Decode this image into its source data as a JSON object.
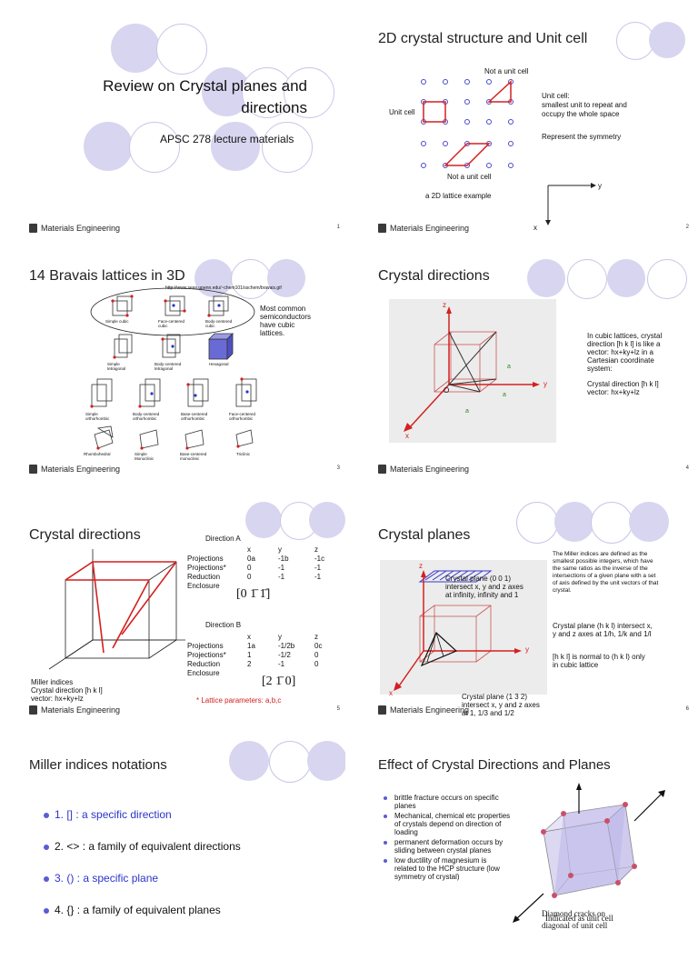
{
  "footer_label": "Materials Engineering",
  "slides": {
    "s1": {
      "title": "Review on Crystal planes and directions",
      "title_line1": "Review on Crystal planes and",
      "title_line2": "directions",
      "subtitle": "APSC 278 lecture materials",
      "page": "1"
    },
    "s2": {
      "title": "2D crystal structure and Unit cell",
      "not_unit_top": "Not a unit cell",
      "unit_cell": "Unit cell",
      "not_unit_bottom": "Not a unit cell",
      "caption": "a 2D lattice example",
      "desc1": "Unit cell:",
      "desc2": "smallest unit to repeat and",
      "desc3": "occupy the whole space",
      "desc4": "Represent the symmetry",
      "axis_y": "y",
      "axis_x": "x",
      "page": "2"
    },
    "s3": {
      "title": "14 Bravais lattices in 3D",
      "url": "http://www.seas.upenn.edu/~chem101/sschem/bravais.gif",
      "note1": "Most common",
      "note2": "semiconductors",
      "note3": "have cubic",
      "note4": "lattices.",
      "labels": [
        "Simple cubic",
        "Face-centered cubic",
        "Body-centered cubic",
        "Simple tetragonal",
        "Body-centered tetragonal",
        "Hexagonal",
        "Simple orthorhombic",
        "Body-centered orthorhombic",
        "Base-centered orthorhombic",
        "Face-centered orthorhombic",
        "Rhombohedral",
        "Simple Monoclinic",
        "Base-centered monoclinic",
        "Triclinic"
      ],
      "page": "3"
    },
    "s4": {
      "title": "Crystal directions",
      "axis_z": "z",
      "axis_y": "y",
      "axis_x": "x",
      "origin": "O",
      "lbl_a": "a",
      "desc1": "In cubic lattices, crystal",
      "desc2": "direction [h k l] is like a",
      "desc3": "vector: hx+ky+lz in a",
      "desc4": "Cartesian coordinate",
      "desc5": "system:",
      "desc6": "Crystal direction [h k l]",
      "desc7": "vector: hx+ky+lz",
      "page": "4"
    },
    "s5": {
      "title": "Crystal directions",
      "dirA": "Direction A",
      "dirB": "Direction B",
      "hdr": [
        "x",
        "y",
        "z"
      ],
      "rowsA": [
        [
          "Projections",
          "0a",
          "-1b",
          "-1c"
        ],
        [
          "Projections*",
          "0",
          "-1",
          "-1"
        ],
        [
          "Reduction",
          "0",
          "-1",
          "-1"
        ],
        [
          "Enclosure",
          "",
          "",
          ""
        ]
      ],
      "rowsB": [
        [
          "Projections",
          "1a",
          "-1/2b",
          "0c"
        ],
        [
          "Projections*",
          "1",
          "-1/2",
          "0"
        ],
        [
          "Reduction",
          "2",
          "-1",
          "0"
        ],
        [
          "Enclosure",
          "",
          "",
          ""
        ]
      ],
      "matA": "[0 1̄ 1̄]",
      "matB": "[2 1̄ 0]",
      "lattice": "* Lattice parameters: a,b,c",
      "miller1": "Miller indices",
      "miller2": "Crystal direction [h k l]",
      "miller3": "vector: hx+ky+lz",
      "page": "5"
    },
    "s6": {
      "title": "Crystal planes",
      "plane001_1": "Crystal plane (0 0 1)",
      "plane001_2": "intersect x, y and z axes",
      "plane001_3": "at infinity, infinity and 1",
      "plane132_1": "Crystal plane (1 3 2)",
      "plane132_2": "intersect x, y and z axes",
      "plane132_3": "at 1, 1/3 and 1/2",
      "right1": "The Miller indices are defined as the smallest possible integers, which have the same ratios as the inverse of the intersections of a given plane with a set of axis defined by the unit vectors of that crystal.",
      "right2": "Crystal plane (h k l) intersect x, y and z axes at 1/h, 1/k and 1/l",
      "right3": "[h k l] is normal to (h k l) only in cubic lattice",
      "axis_z": "z",
      "axis_y": "y",
      "axis_x": "x",
      "page": "6"
    },
    "s7": {
      "title": "Miller indices notations",
      "items": [
        "1.  [] : a specific direction",
        "2.  <> : a family of equivalent directions",
        "3.  () : a specific plane",
        "4.  {} : a family of equivalent planes"
      ],
      "colors": [
        "#2b35c9",
        "#111111",
        "#2b35c9",
        "#111111"
      ]
    },
    "s8": {
      "title": "Effect of Crystal Directions and Planes",
      "items": [
        "brittle fracture occurs on specific planes",
        "Mechanical, chemical etc properties of crystals depend on direction of loading",
        "permanent deformation occurs by sliding between crystal planes",
        "low ductility of magnesium is related to the HCP structure (low symmetry of crystal)"
      ],
      "bottom1": "Diamond cracks on",
      "bottom2": "Indicated as unit cell",
      "bottom3": "diagonal of unit cell"
    }
  }
}
